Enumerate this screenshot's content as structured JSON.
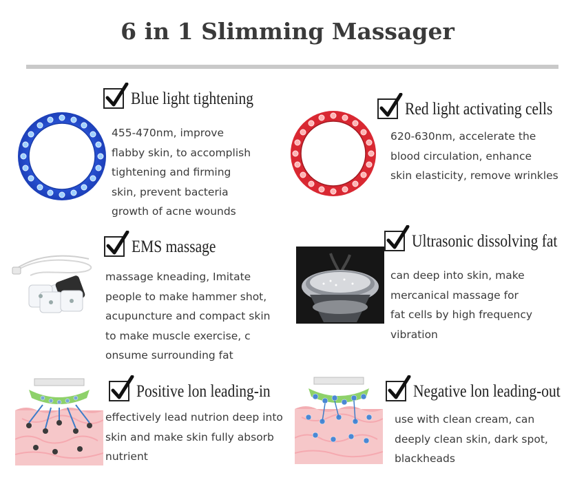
{
  "title": "6 in 1 Slimming Massager",
  "features": [
    {
      "heading": "Blue light tightening",
      "lines": [
        "455-470nm, improve",
        "flabby skin, to accomplish",
        "tightening and firming",
        "skin, prevent bacteria",
        "growth of acne wounds"
      ],
      "icon": "checkbox-checked-icon",
      "accent": "#2b5bd7"
    },
    {
      "heading": "Red light activating cells",
      "lines": [
        "620-630nm, accelerate the",
        "blood circulation, enhance",
        "skin elasticity, remove wrinkles"
      ],
      "icon": "checkbox-checked-icon",
      "accent": "#e0323a"
    },
    {
      "heading": "EMS massage",
      "lines": [
        "massage kneading, Imitate",
        "people to make hammer shot,",
        "acupuncture and compact skin",
        "to make muscle exercise, c",
        "onsume surrounding fat"
      ],
      "icon": "checkbox-checked-icon"
    },
    {
      "heading": "Ultrasonic dissolving fat",
      "lines": [
        "can deep into skin, make",
        "mercanical massage for",
        "fat cells by high frequency",
        "vibration"
      ],
      "icon": "checkbox-checked-icon"
    },
    {
      "heading": "Positive lon leading-in",
      "lines": [
        "effectively lead nutrion deep into",
        "skin and make skin fully absorb",
        "nutrient"
      ],
      "icon": "checkbox-checked-icon"
    },
    {
      "heading": "Negative lon leading-out",
      "lines": [
        "use with clean cream, can",
        "deeply clean skin, dark spot,",
        "blackheads"
      ],
      "icon": "checkbox-checked-icon"
    }
  ]
}
